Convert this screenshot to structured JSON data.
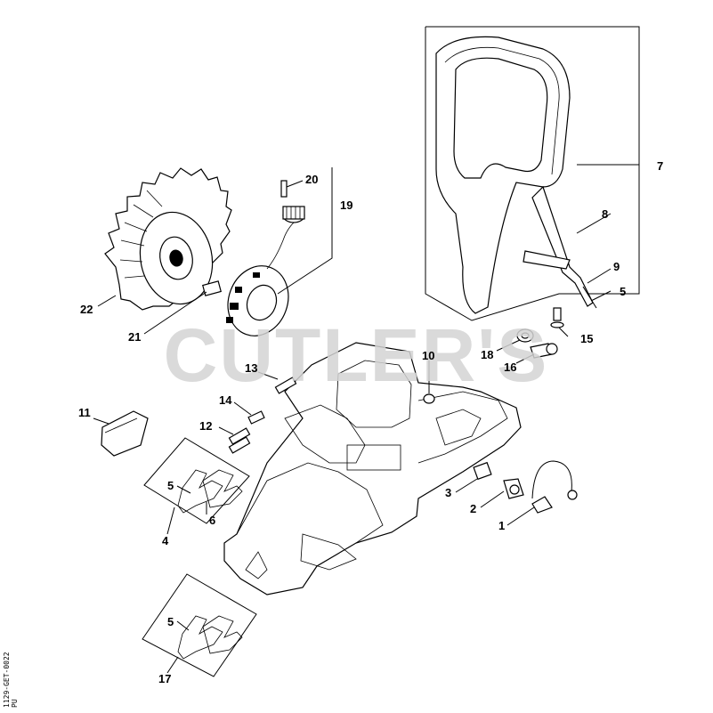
{
  "watermark": "CUTLER'S",
  "drawing_code": "1129-GET-0022",
  "drawing_code_suffix": "PU",
  "part_labels": {
    "p1": "1",
    "p2": "2",
    "p3": "3",
    "p4": "4",
    "p5a": "5",
    "p5b": "5",
    "p5c": "5",
    "p6": "6",
    "p7": "7",
    "p8": "8",
    "p9": "9",
    "p10": "10",
    "p11": "11",
    "p12": "12",
    "p13": "13",
    "p14": "14",
    "p15": "15",
    "p16": "16",
    "p17": "17",
    "p18": "18",
    "p19": "19",
    "p20": "20",
    "p21": "21",
    "p22": "22"
  }
}
